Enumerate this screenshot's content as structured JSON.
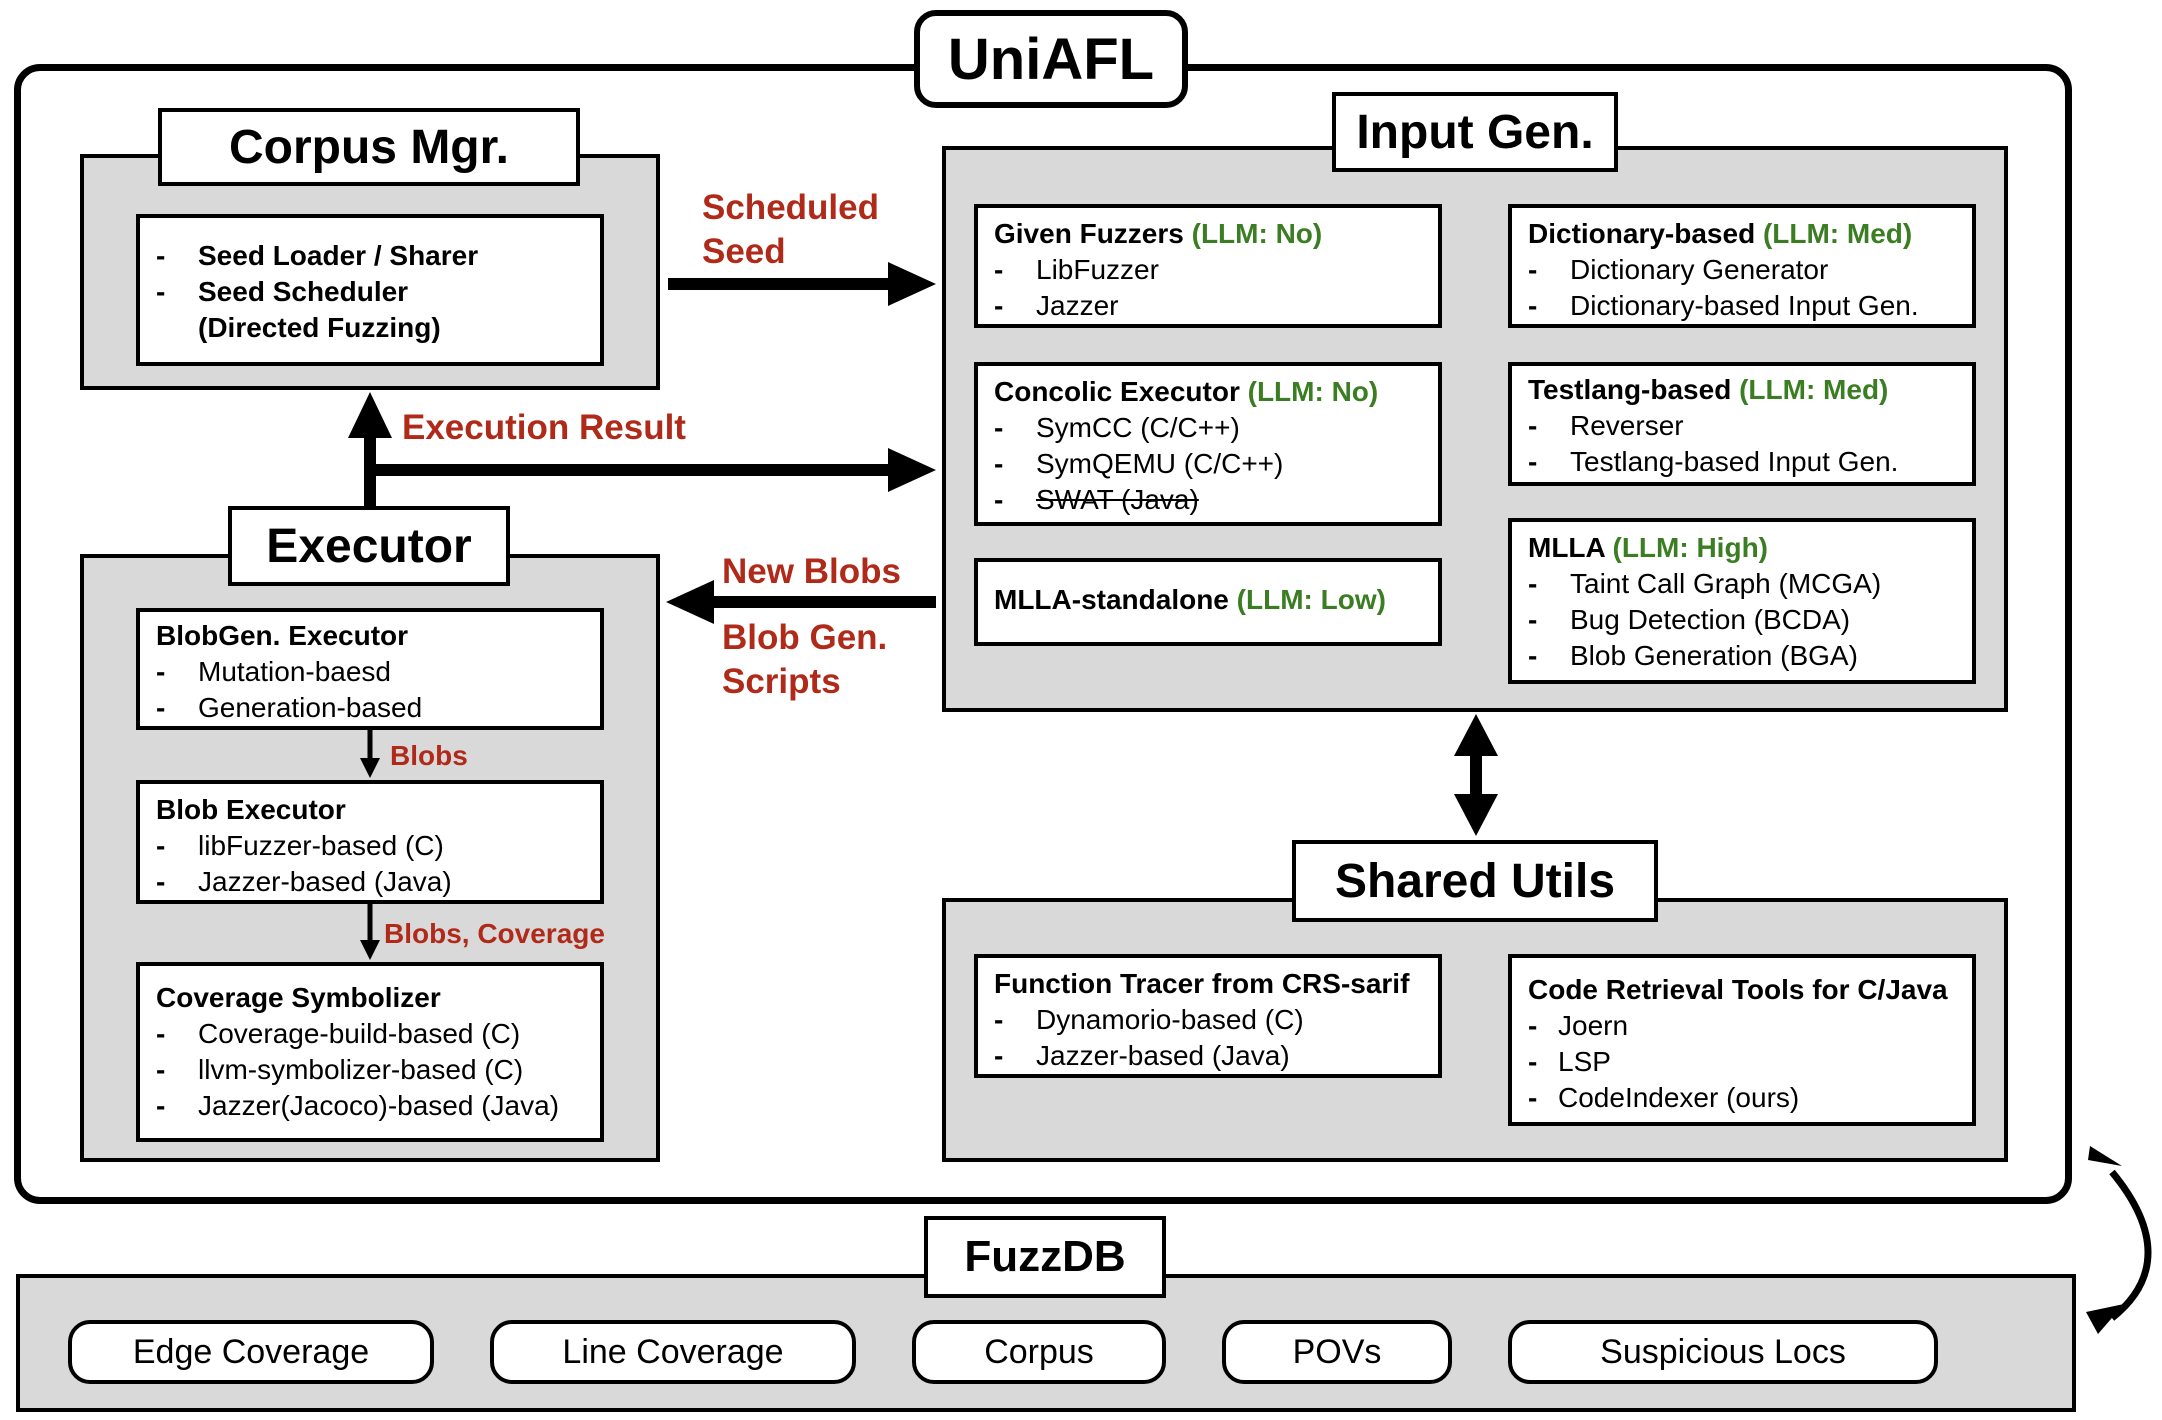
{
  "uniafl_title": "UniAFL",
  "corpus_mgr": {
    "title": "Corpus Mgr.",
    "items": [
      "Seed Loader / Sharer",
      "Seed Scheduler"
    ],
    "item_note": "(Directed Fuzzing)"
  },
  "input_gen": {
    "title": "Input Gen.",
    "given_fuzzers": {
      "name": "Given Fuzzers",
      "llm": "(LLM: No)",
      "items": [
        "LibFuzzer",
        "Jazzer"
      ]
    },
    "concolic": {
      "name": "Concolic Executor",
      "llm": "(LLM: No)",
      "items": [
        "SymCC (C/C++)",
        "SymQEMU (C/C++)",
        "SWAT (Java)"
      ]
    },
    "mlla_standalone": {
      "name": "MLLA-standalone",
      "llm": "(LLM: Low)"
    },
    "dictionary": {
      "name": "Dictionary-based",
      "llm": "(LLM: Med)",
      "items": [
        "Dictionary Generator",
        "Dictionary-based Input Gen."
      ]
    },
    "testlang": {
      "name": "Testlang-based",
      "llm": "(LLM: Med)",
      "items": [
        "Reverser",
        "Testlang-based Input Gen."
      ]
    },
    "mlla": {
      "name": "MLLA",
      "llm": "(LLM: High)",
      "items": [
        "Taint Call Graph (MCGA)",
        "Bug Detection (BCDA)",
        "Blob Generation (BGA)"
      ]
    }
  },
  "executor": {
    "title": "Executor",
    "blobgen": {
      "name": "BlobGen. Executor",
      "items": [
        "Mutation-baesd",
        "Generation-based"
      ]
    },
    "blob_exec": {
      "name": "Blob Executor",
      "items": [
        "libFuzzer-based (C)",
        "Jazzer-based (Java)"
      ]
    },
    "cov_sym": {
      "name": "Coverage Symbolizer",
      "items": [
        "Coverage-build-based (C)",
        "llvm-symbolizer-based (C)",
        "Jazzer(Jacoco)-based (Java)"
      ]
    }
  },
  "shared_utils": {
    "title": "Shared Utils",
    "tracer": {
      "name": "Function Tracer from CRS-sarif",
      "items": [
        "Dynamorio-based (C)",
        "Jazzer-based (Java)"
      ]
    },
    "retrieval": {
      "name": "Code Retrieval Tools for C/Java",
      "items": [
        "Joern",
        "LSP",
        "CodeIndexer (ours)"
      ]
    }
  },
  "flow_labels": {
    "scheduled_seed_1": "Scheduled",
    "scheduled_seed_2": "Seed",
    "execution_result": "Execution Result",
    "new_blobs": "New Blobs",
    "blob_gen_scripts_1": "Blob Gen.",
    "blob_gen_scripts_2": "Scripts",
    "blobs": "Blobs",
    "blobs_coverage": "Blobs, Coverage"
  },
  "fuzzdb": {
    "title": "FuzzDB",
    "items": [
      "Edge Coverage",
      "Line Coverage",
      "Corpus",
      "POVs",
      "Suspicious Locs"
    ]
  },
  "colors": {
    "llm_label": "#3a7d22",
    "flow_label": "#b02a1a",
    "panel_fill": "#d9d9d9"
  }
}
